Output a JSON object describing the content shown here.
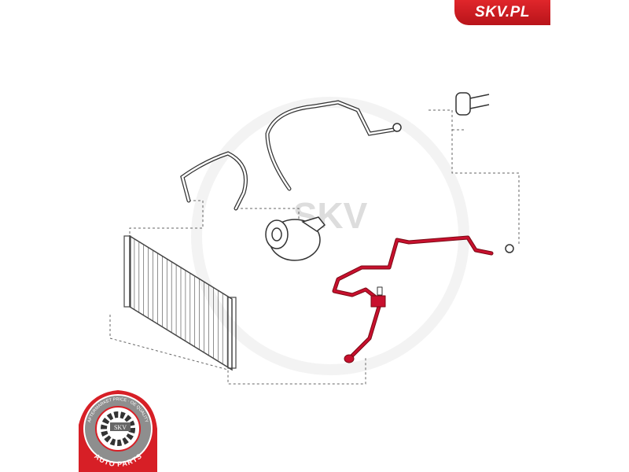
{
  "brand": {
    "label": "SKV.PL",
    "color": "#d71f26"
  },
  "watermark": {
    "text": "SKV"
  },
  "badge": {
    "top_text": "AFTERMARKET PRICE · OE QUALITY",
    "center_text": "SKV",
    "bottom_text": "AUTO PARTS",
    "color": "#d71f26"
  },
  "highlight_color": "#c8102e"
}
